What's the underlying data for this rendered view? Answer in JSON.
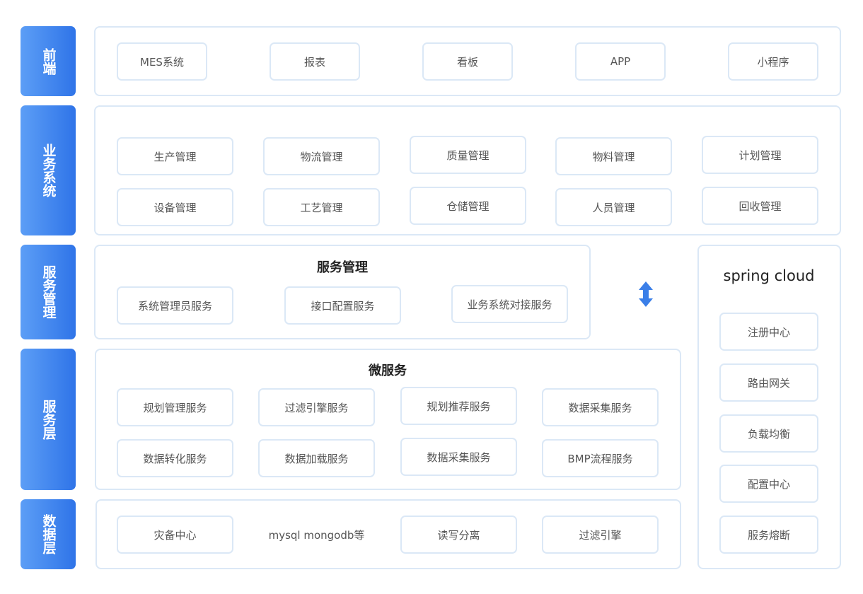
{
  "layers": {
    "frontend": "前端",
    "business": "业务系统",
    "service_mgmt": "服务管理",
    "service_layer": "服务层",
    "data_layer": "数据层"
  },
  "frontend": [
    "MES系统",
    "报表",
    "看板",
    "APP",
    "小程序"
  ],
  "business": {
    "row1": [
      "生产管理",
      "物流管理",
      "质量管理",
      "物料管理",
      "计划管理"
    ],
    "row2": [
      "设备管理",
      "工艺管理",
      "仓储管理",
      "人员管理",
      "回收管理"
    ]
  },
  "service_mgmt": {
    "title": "服务管理",
    "items": [
      "系统管理员服务",
      "接口配置服务",
      "业务系统对接服务"
    ]
  },
  "micro": {
    "title": "微服务",
    "row1": [
      "规划管理服务",
      "过滤引擎服务",
      "规划推荐服务",
      "数据采集服务"
    ],
    "row2": [
      "数据转化服务",
      "数据加载服务",
      "数据采集服务",
      "BMP流程服务"
    ]
  },
  "data": {
    "items": [
      "灾备中心",
      "mysql mongodb等",
      "读写分离",
      "过滤引擎"
    ]
  },
  "spring": {
    "title": "spring cloud",
    "items": [
      "注册中心",
      "路由网关",
      "负载均衡",
      "配置中心",
      "服务熔断"
    ]
  },
  "colors": {
    "label_gradient_start": "#5c9ef6",
    "label_gradient_end": "#2f74e8",
    "border": "#dbe8f6",
    "arrow": "#3b7fe8"
  },
  "icons": {
    "arrow": "double-vertical-arrow-icon"
  }
}
